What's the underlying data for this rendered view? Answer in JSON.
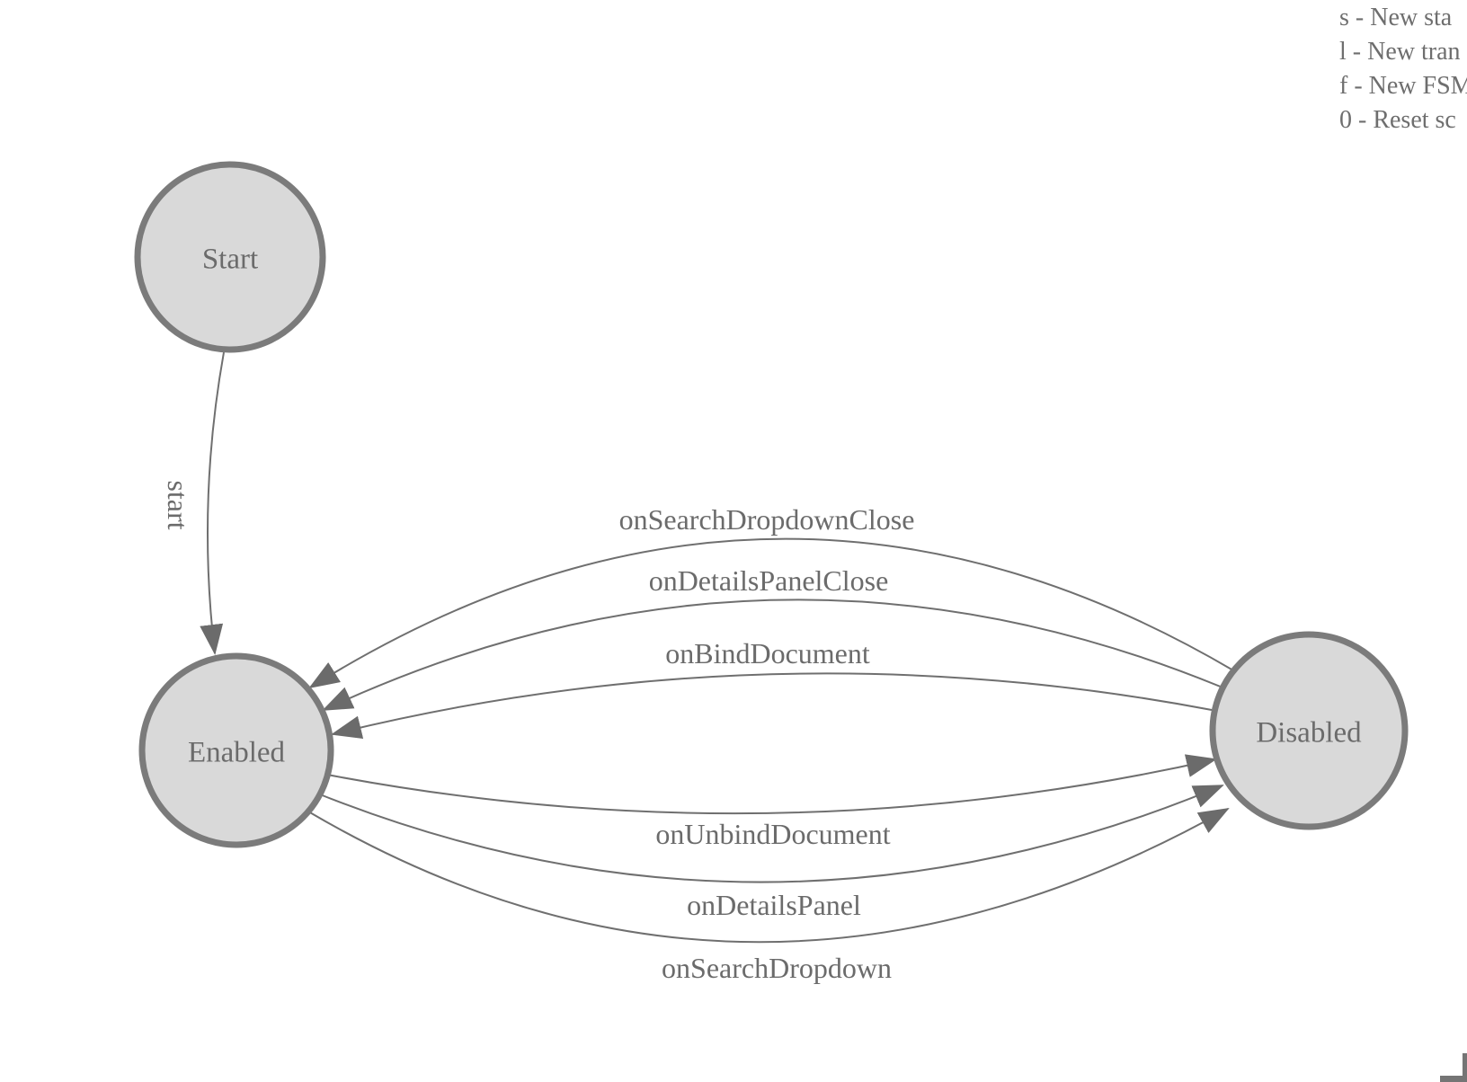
{
  "colors": {
    "background": "#ffffff",
    "node_fill": "#d9d9d9",
    "node_stroke": "#7b7b7b",
    "edge_line": "#6f6f6f",
    "arrowhead": "#6b6b6b",
    "text": "#6b6b6b"
  },
  "legend": {
    "lines": [
      {
        "text": "s - New sta"
      },
      {
        "text": "l - New tran"
      },
      {
        "text": "f - New FSM"
      },
      {
        "text": "0 - Reset sc"
      }
    ]
  },
  "nodes": [
    {
      "id": "start",
      "label": "Start"
    },
    {
      "id": "enabled",
      "label": "Enabled"
    },
    {
      "id": "disabled",
      "label": "Disabled"
    }
  ],
  "edges": [
    {
      "label": "start",
      "from": "Start",
      "to": "Enabled"
    },
    {
      "label": "onSearchDropdownClose",
      "from": "Disabled",
      "to": "Enabled"
    },
    {
      "label": "onDetailsPanelClose",
      "from": "Disabled",
      "to": "Enabled"
    },
    {
      "label": "onBindDocument",
      "from": "Disabled",
      "to": "Enabled"
    },
    {
      "label": "onUnbindDocument",
      "from": "Enabled",
      "to": "Disabled"
    },
    {
      "label": "onDetailsPanel",
      "from": "Enabled",
      "to": "Disabled"
    },
    {
      "label": "onSearchDropdown",
      "from": "Enabled",
      "to": "Disabled"
    }
  ]
}
